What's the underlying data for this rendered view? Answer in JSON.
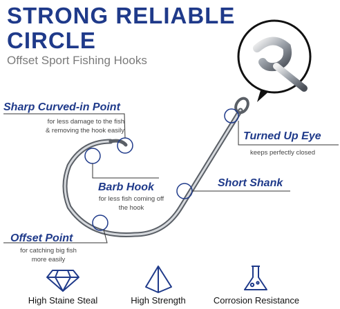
{
  "header": {
    "title_line1": "STRONG RELIABLE",
    "title_line2": "CIRCLE",
    "subtitle": "Offset Sport Fishing Hooks"
  },
  "callouts": {
    "sharp_point": {
      "label": "Sharp Curved-in Point",
      "desc_line1": "for less damage to the fish",
      "desc_line2": "& removing the hook easily"
    },
    "barb_hook": {
      "label": "Barb Hook",
      "desc_line1": "for less fish coming off",
      "desc_line2": "the hook"
    },
    "offset_point": {
      "label": "Offset Point",
      "desc_line1": "for catching big fish",
      "desc_line2": "more easily"
    },
    "turned_up_eye": {
      "label": "Turned Up Eye",
      "desc": "keeps perfectly closed"
    },
    "short_shank": {
      "label": "Short Shank"
    }
  },
  "features": [
    {
      "label": "High Staine Steal",
      "icon": "diamond-icon"
    },
    {
      "label": "High Strength",
      "icon": "pyramid-icon"
    },
    {
      "label": "Corrosion Resistance",
      "icon": "flask-icon"
    }
  ],
  "colors": {
    "accent": "#1f3a8a",
    "subtitle": "#7a7a7a",
    "steel": "#8a8f98"
  }
}
